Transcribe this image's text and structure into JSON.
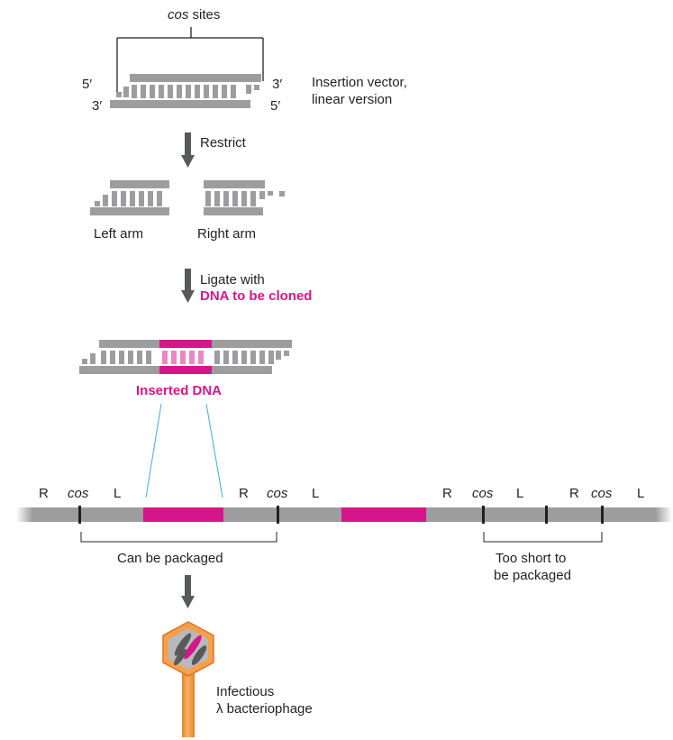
{
  "title": {
    "cos": "cos",
    "sites": " sites"
  },
  "vector": {
    "end_5_left": "5′",
    "end_3_left": "3′",
    "end_3_right": "3′",
    "end_5_right": "5′",
    "label_line1": "Insertion vector,",
    "label_line2": "linear version"
  },
  "steps": {
    "restrict": "Restrict",
    "ligate_line1": "Ligate with",
    "ligate_line2": "DNA to be cloned"
  },
  "arms": {
    "left": "Left arm",
    "right": "Right arm"
  },
  "inserted_label": "Inserted DNA",
  "concatemer": {
    "labels": [
      {
        "text": "R",
        "italic": false
      },
      {
        "text": "cos",
        "italic": true
      },
      {
        "text": "L",
        "italic": false
      },
      {
        "text": "R",
        "italic": false
      },
      {
        "text": "cos",
        "italic": true
      },
      {
        "text": "L",
        "italic": false
      },
      {
        "text": "R",
        "italic": false
      },
      {
        "text": "cos",
        "italic": true
      },
      {
        "text": "L",
        "italic": false
      },
      {
        "text": "R",
        "italic": false
      },
      {
        "text": "cos",
        "italic": true
      },
      {
        "text": "L",
        "italic": false
      }
    ],
    "can_package": "Can be packaged",
    "too_short_line1": "Too short to",
    "too_short_line2": "be packaged"
  },
  "phage": {
    "line1": "Infectious",
    "line2": "λ bacteriophage"
  },
  "colors": {
    "strand": "#9d9d9f",
    "insert": "#d5168a",
    "insert_light": "#ee86c3",
    "arrow": "#58595b",
    "phage_orange": "#f7a04a",
    "guide": "#3aaee0"
  }
}
